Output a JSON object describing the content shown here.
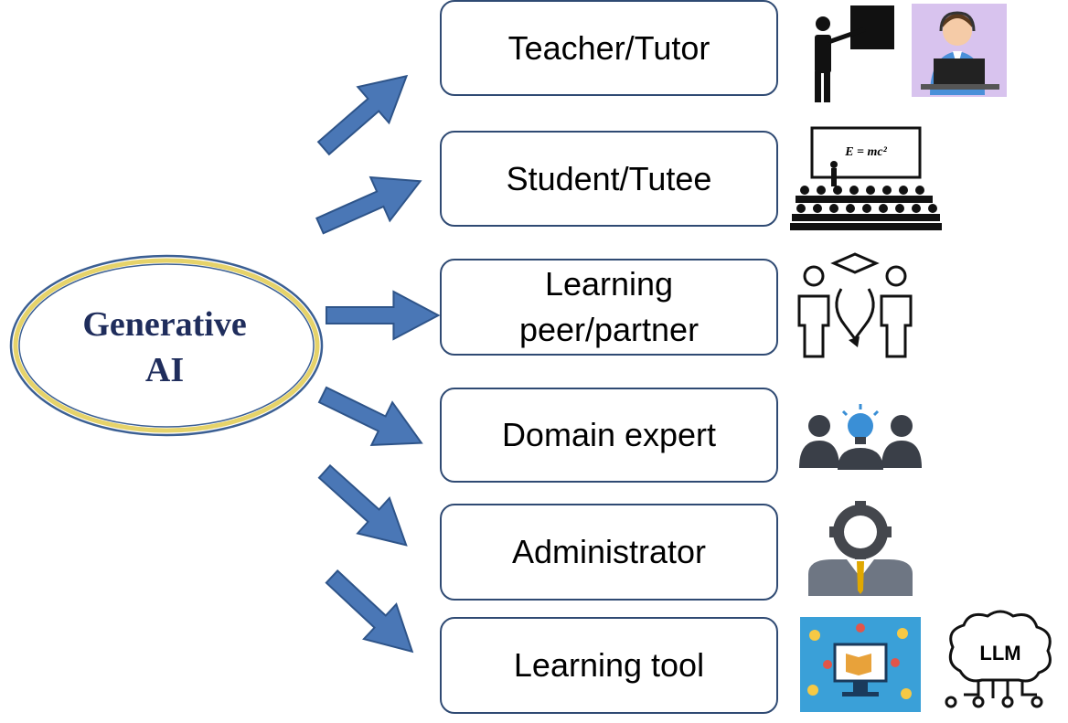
{
  "center": {
    "line1": "Generative",
    "line2": "AI"
  },
  "roles": [
    {
      "label": "Teacher/Tutor"
    },
    {
      "label": "Student/Tutee"
    },
    {
      "label": "Learning\npeer/partner"
    },
    {
      "label": "Domain expert"
    },
    {
      "label": "Administrator"
    },
    {
      "label": "Learning tool"
    }
  ],
  "icon_text": {
    "equation": "E = mc²",
    "llm": "LLM"
  },
  "colors": {
    "arrow": "#4a77b6",
    "arrow_stroke": "#2e5489",
    "ellipse_outer": "#3b5f93",
    "ellipse_inner": "#e6d36a",
    "title": "#1f2d5c"
  }
}
